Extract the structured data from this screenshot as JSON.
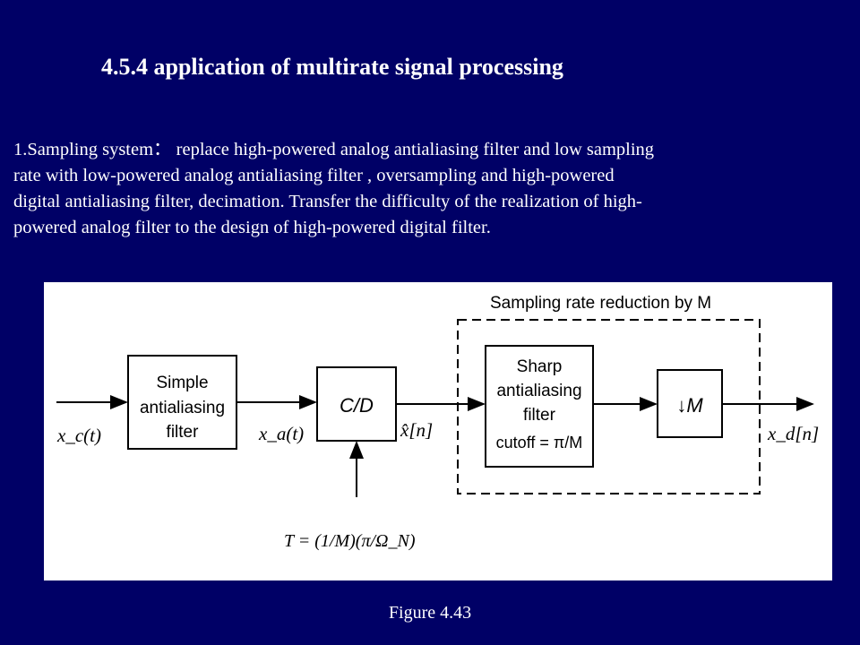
{
  "slide": {
    "title": "4.5.4 application of multirate signal processing",
    "paragraph_lines": [
      "1.Sampling system： replace high-powered analog antialiasing filter and low sampling",
      "rate with low-powered analog antialiasing filter , oversampling and high-powered",
      "digital antialiasing filter, decimation.  Transfer the difficulty of the realization of high-",
      "powered analog filter to the design of high-powered digital filter."
    ],
    "caption": "Figure 4.43"
  },
  "diagram": {
    "dashed_box_label": "Sampling rate reduction by M",
    "block1": [
      "Simple",
      "antialiasing",
      "filter"
    ],
    "block2": "C/D",
    "block3": [
      "Sharp",
      "antialiasing",
      "filter",
      "cutoff = π/M"
    ],
    "block4": "↓M",
    "input_signal": "x_c(t)",
    "signal_after_filter": "x_a(t)",
    "signal_after_cd": "x̂[n]",
    "output_signal": "x_d[n]",
    "sampling_period": "T = (1/M)(π/Ω_N)"
  }
}
